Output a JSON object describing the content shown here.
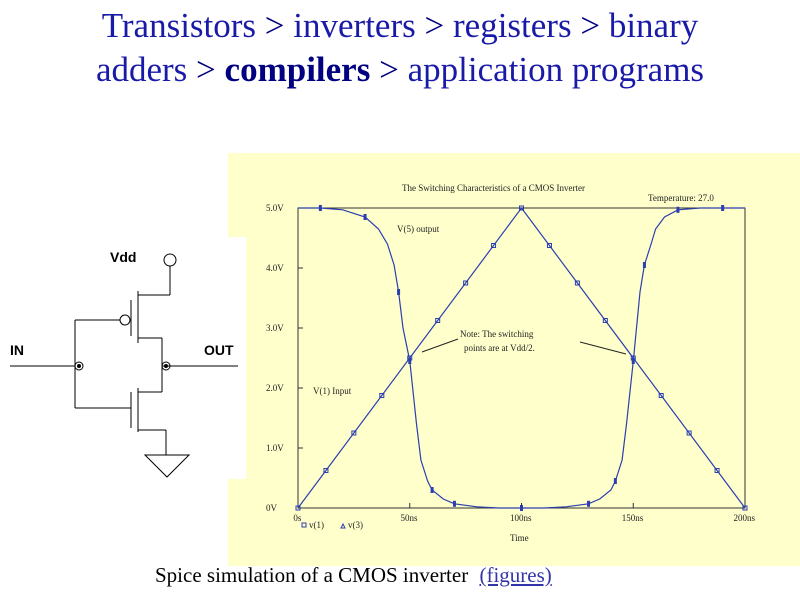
{
  "title": {
    "line1": [
      "Transistors",
      "inverters",
      "registers",
      "binary"
    ],
    "line2": [
      "adders",
      "compilers",
      "application programs"
    ],
    "separator": ">"
  },
  "circuit": {
    "vdd_label": "Vdd",
    "in_label": "IN",
    "out_label": "OUT"
  },
  "chart_data": {
    "type": "line",
    "title": "The Switching Characteristics of a CMOS Inverter",
    "temperature_label": "Temperature: 27.0",
    "xlabel": "Time",
    "ylabel": "",
    "xlim": [
      0,
      200
    ],
    "ylim": [
      0,
      5
    ],
    "x_tick_labels": [
      "0s",
      "50ns",
      "100ns",
      "150ns",
      "200ns"
    ],
    "x_ticks": [
      0,
      50,
      100,
      150,
      200
    ],
    "y_tick_labels": [
      "0V",
      "1.0V",
      "2.0V",
      "3.0V",
      "4.0V",
      "5.0V"
    ],
    "y_ticks": [
      0,
      1,
      2,
      3,
      4,
      5
    ],
    "grid": false,
    "series": [
      {
        "name": "v(1)",
        "color": "#2b3fae",
        "marker": "square",
        "x": [
          0,
          100,
          200
        ],
        "y": [
          0,
          5,
          0
        ]
      },
      {
        "name": "v(5)",
        "color": "#2b3fae",
        "marker": "triangle",
        "x": [
          0,
          10,
          20,
          30,
          36,
          40,
          43,
          45,
          47,
          50,
          53,
          55,
          58,
          60,
          65,
          70,
          80,
          90,
          100,
          110,
          120,
          130,
          135,
          140,
          142,
          145,
          147,
          150,
          153,
          155,
          158,
          160,
          164,
          170,
          180,
          190,
          200
        ],
        "y": [
          5.0,
          5.0,
          4.97,
          4.85,
          4.65,
          4.4,
          4.05,
          3.6,
          3.0,
          2.45,
          1.4,
          0.8,
          0.45,
          0.3,
          0.15,
          0.07,
          0.02,
          0.0,
          0.0,
          0.0,
          0.02,
          0.07,
          0.15,
          0.3,
          0.45,
          0.8,
          1.4,
          2.45,
          3.6,
          4.05,
          4.4,
          4.65,
          4.85,
          4.97,
          5.0,
          5.0,
          5.0
        ]
      }
    ],
    "legend": [
      "v(1)",
      "v(3)"
    ],
    "annotations": {
      "output_label": "V(5) output",
      "input_label": "V(1) Input",
      "note_line1": "Note:  The switching",
      "note_line2": "points are at Vdd/2."
    }
  },
  "caption": {
    "text": "Spice simulation of a CMOS inverter",
    "link": "(figures)"
  }
}
